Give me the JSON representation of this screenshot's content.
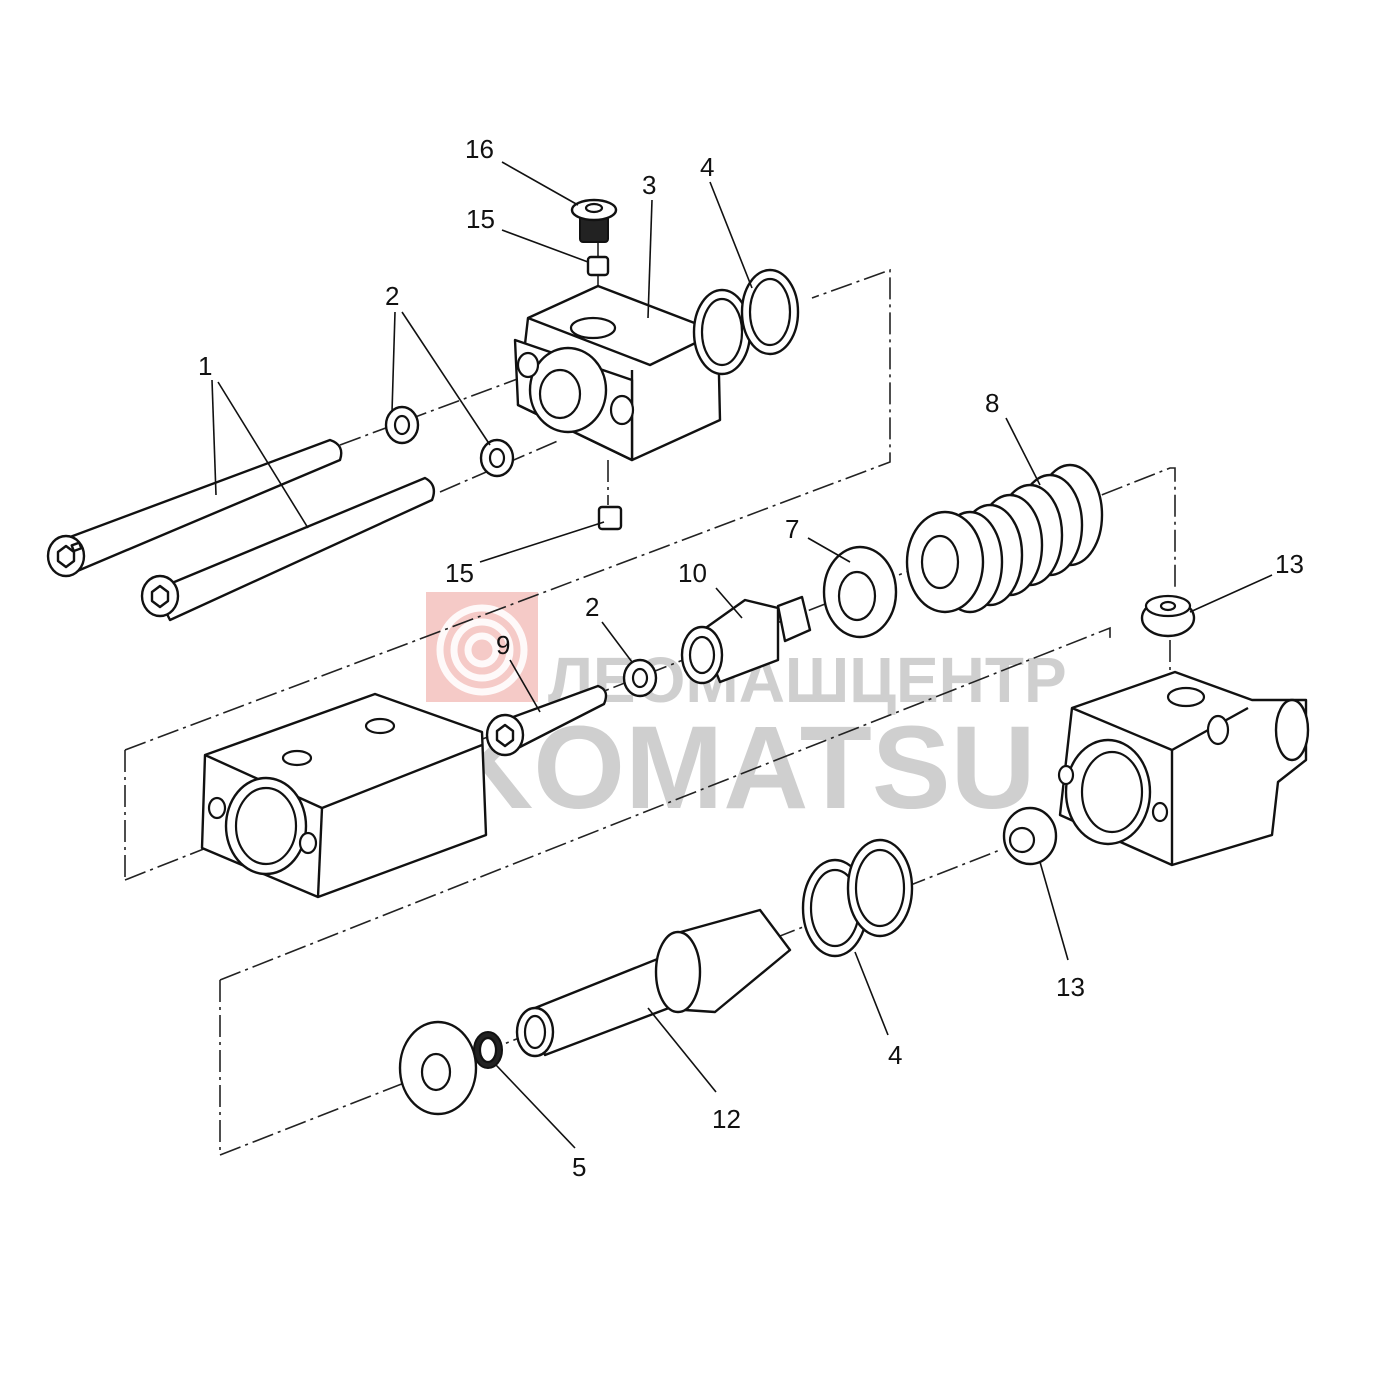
{
  "diagram": {
    "type": "exploded parts diagram",
    "callouts": [
      "1",
      "2",
      "2",
      "3",
      "4",
      "4",
      "5",
      "7",
      "8",
      "9",
      "10",
      "12",
      "13",
      "13",
      "15",
      "15",
      "16"
    ],
    "labels": {
      "c1": "1",
      "c2a": "2",
      "c2b": "2",
      "c3": "3",
      "c4a": "4",
      "c4b": "4",
      "c5": "5",
      "c7": "7",
      "c8": "8",
      "c9": "9",
      "c10": "10",
      "c12": "12",
      "c13a": "13",
      "c13b": "13",
      "c15a": "15",
      "c15b": "15",
      "c16": "16"
    }
  },
  "watermark": {
    "line1": "ЛЕОМАШЦЕНТР",
    "line2": "KOMATSU",
    "logo_color": "#e57373"
  }
}
